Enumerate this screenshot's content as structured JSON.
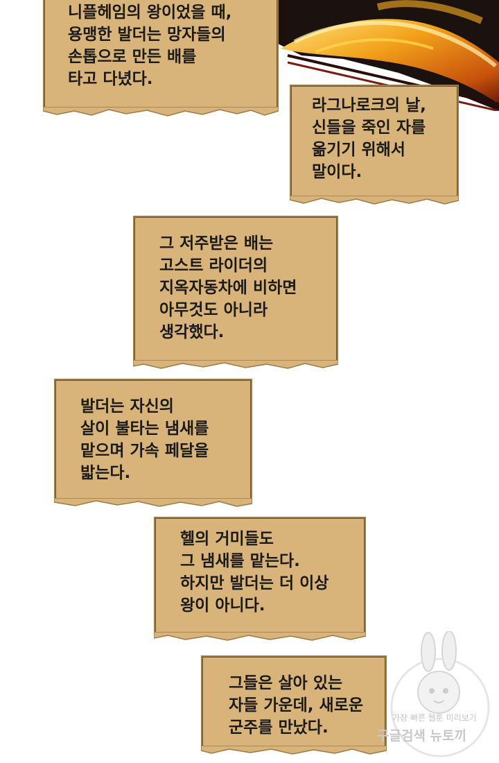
{
  "captions": [
    {
      "lines": "니플헤임의 왕이었을 때,\n용맹한 발더는 망자들의\n손톱으로 만든 배를\n타고 다녔다."
    },
    {
      "lines": "라그나로크의 날,\n신들을 죽인 자를\n옮기기 위해서\n말이다."
    },
    {
      "lines": "그 저주받은 배는\n고스트 라이더의\n지옥자동차에 비하면\n아무것도 아니라\n생각했다."
    },
    {
      "lines": "발더는 자신의\n살이 불타는 냄새를\n맡으며 가속 페달을\n밟는다."
    },
    {
      "lines": "헬의 거미들도\n그 냄새를 맡는다.\n하지만 발더는 더 이상\n왕이 아니다."
    },
    {
      "lines": "그들은 살아 있는\n자들 가운데, 새로운\n군주를 만났다."
    }
  ],
  "watermark": {
    "tagline": "가장 빠른 웹툰 미리보기",
    "brand": "구글검색 뉴토끼",
    "icon": "rabbit-mascot-icon"
  },
  "colors": {
    "paper": "#d9b47a",
    "paper_edge": "#9c7a45",
    "fire": "#f2a21b"
  }
}
